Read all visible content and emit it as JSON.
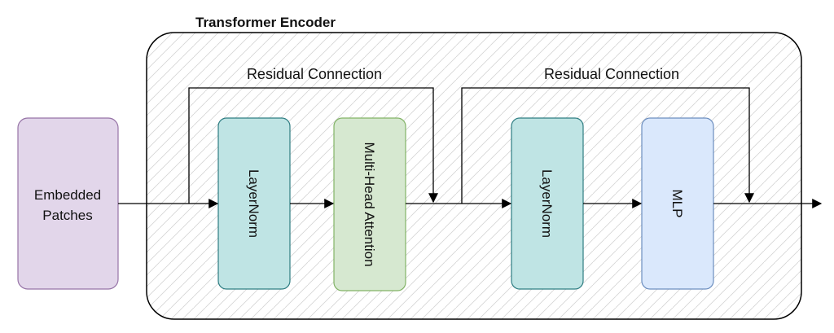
{
  "diagram": {
    "encoder_title": "Transformer Encoder",
    "residual_label_1": "Residual Connection",
    "residual_label_2": "Residual Connection",
    "input_line1": "Embedded",
    "input_line2": "Patches",
    "layernorm_1": "LayerNorm",
    "attention": "Multi-Head Attention",
    "layernorm_2": "LayerNorm",
    "mlp": "MLP"
  },
  "colors": {
    "embedded_fill": "#e2d6ea",
    "embedded_stroke": "#9673a6",
    "layernorm_fill": "#bfe4e4",
    "layernorm_stroke": "#2e7d82",
    "attention_fill": "#d6e8d0",
    "attention_stroke": "#82b366",
    "mlp_fill": "#dae8fc",
    "mlp_stroke": "#6c8ebf",
    "line": "#000000",
    "hatch": "#cfcfcf"
  }
}
